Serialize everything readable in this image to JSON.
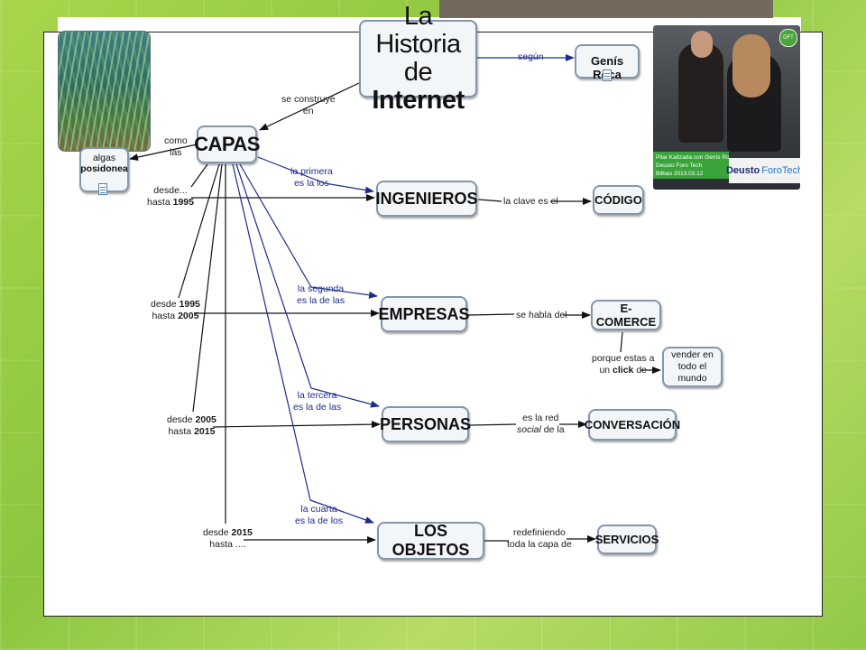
{
  "title": {
    "line1": "La Historia",
    "line2_prefix": "de ",
    "line2_bold": "Internet"
  },
  "nodes": {
    "genis_roca": "Genís Roca",
    "capas": "CAPAS",
    "algas_line1": "algas",
    "algas_line2": "posidonea",
    "ingenieros": "INGENIEROS",
    "codigo": "CÓDIGO",
    "empresas": "EMPRESAS",
    "ecomerce": "E-COMERCE",
    "vender_line1": "vender en",
    "vender_line2": "todo el mundo",
    "personas": "PERSONAS",
    "conversacion": "CONVERSACIÓN",
    "objetos": "LOS OBJETOS",
    "servicios": "SERVICIOS"
  },
  "links": {
    "segun": "según",
    "se_construye_1": "se construye",
    "se_construye_2": "en",
    "como_1": "como",
    "como_2": "las",
    "primera_1": "la primera",
    "primera_2": "es la los",
    "desde_1995_1": "desde...",
    "desde_1995_2a": "hasta ",
    "desde_1995_2b": "1995",
    "clave": "la clave es el",
    "segunda_1": "la segunda",
    "segunda_2": "es la de las",
    "e1995_1a": "desde ",
    "e1995_1b": "1995",
    "e1995_2a": "hasta ",
    "e1995_2b": "2005",
    "habla": "se habla del",
    "porque_1": "porque estas a",
    "porque_2a": "un ",
    "porque_2b": "click",
    "porque_2c": " de",
    "tercera_1": "la tercera",
    "tercera_2": "es la de las",
    "p2005_1a": "desde ",
    "p2005_1b": "2005",
    "p2005_2a": "hasta ",
    "p2005_2b": "2015",
    "red_1": "es la red",
    "red_2a": "social",
    "red_2b": " de la",
    "cuarta_1": "la cuarta",
    "cuarta_2": "es la de los",
    "o2015_1a": "desde ",
    "o2015_1b": "2015",
    "o2015_2": "hasta ....",
    "redef_1": "redefiniendo",
    "redef_2": "toda la capa de"
  },
  "photo": {
    "caption_1": "Pilar Kaltzada con Genís Roca",
    "caption_2": "Deusto Foro Tech",
    "caption_3": "Bilbao 2013.03.12",
    "brand_a": "Deusto",
    "brand_b": "ForoTech",
    "badge": "DFT"
  },
  "colors": {
    "node_border": "#8496a8",
    "node_fill": "#f2f6f9",
    "blue_link": "#1b2c8a",
    "background": "#8cc63f"
  }
}
